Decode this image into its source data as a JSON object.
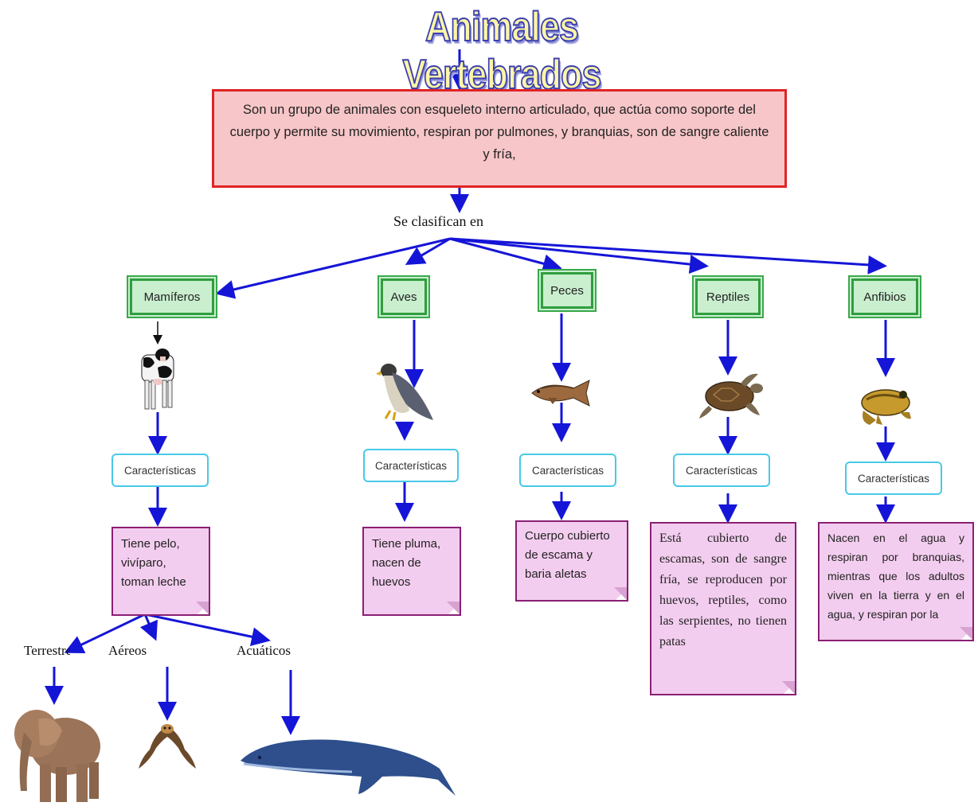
{
  "title": "Animales Vertebrados",
  "definition": "Son un grupo de animales con esqueleto interno articulado, que actúa como soporte del cuerpo y permite su movimiento, respiran por pulmones, y branquias, son de sangre caliente y fría,",
  "connector_label": "Se clasifican en",
  "colors": {
    "arrow": "#1515d8",
    "definition_fill": "#f7c6c8",
    "definition_border": "#e02425",
    "category_fill": "#c9efcf",
    "category_border": "#2f9e3e",
    "note_fill": "#f3cdef",
    "note_border": "#8b1f74",
    "characteristics_border": "#49c9e8"
  },
  "categories": [
    {
      "name": "Mamíferos",
      "characteristics": "Características",
      "description": "Tiene pelo, vivíparo, toman leche",
      "image": "cow"
    },
    {
      "name": "Aves",
      "characteristics": "Características",
      "description": "Tiene pluma, nacen de huevos",
      "image": "falcon"
    },
    {
      "name": "Peces",
      "characteristics": "Características",
      "description": "Cuerpo cubierto de escama y baria aletas",
      "image": "fish"
    },
    {
      "name": "Reptiles",
      "characteristics": "Características",
      "description": "Está cubierto de escamas, son de sangre fría, se reproducen por huevos, reptiles, como las serpientes, no tienen patas",
      "image": "turtle"
    },
    {
      "name": "Anfibios",
      "characteristics": "Características",
      "description": "Nacen en el agua y respiran por branquias, mientras que los adultos viven en la tierra y en el agua, y respiran por la",
      "image": "frog"
    }
  ],
  "mammal_groups": [
    {
      "name": "Terrestre",
      "image": "elephant"
    },
    {
      "name": "Aéreos",
      "image": "bat"
    },
    {
      "name": "Acuáticos",
      "image": "whale"
    }
  ]
}
